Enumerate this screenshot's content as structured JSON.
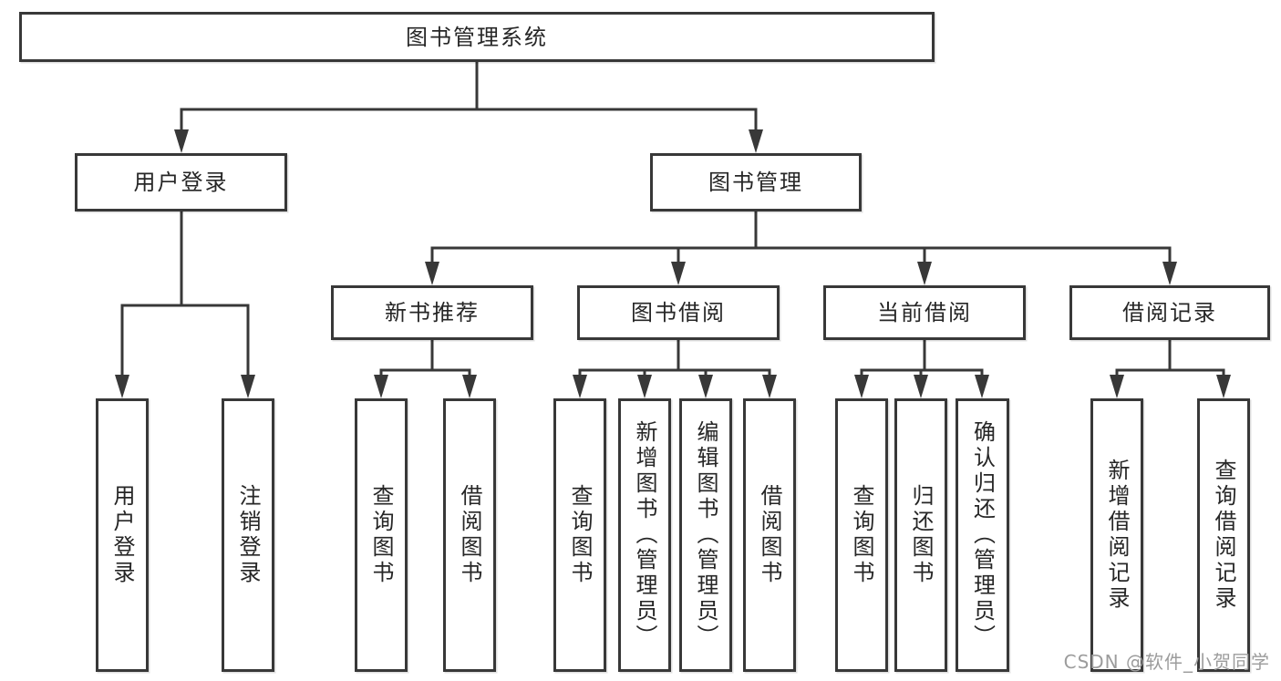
{
  "diagram": {
    "root": "图书管理系统",
    "level2": [
      "用户登录",
      "图书管理"
    ],
    "level3": [
      "新书推荐",
      "图书借阅",
      "当前借阅",
      "借阅记录"
    ],
    "leaves": {
      "user_login": [
        "用户登录",
        "注销登录"
      ],
      "new_book": [
        "查询图书",
        "借阅图书"
      ],
      "book_borrow": [
        "查询图书",
        "新增图书（管理员）",
        "编辑图书（管理员）",
        "借阅图书"
      ],
      "current_borrow": [
        "查询图书",
        "归还图书",
        "确认归还（管理员）"
      ],
      "borrow_record": [
        "新增借阅记录",
        "查询借阅记录"
      ]
    }
  },
  "watermark": {
    "text": "CSDN @软件_小贺同学"
  },
  "colors": {
    "line": "#383838",
    "text": "#262626",
    "watermark_gray": "#9c9c9c",
    "background": "#ffffff"
  }
}
